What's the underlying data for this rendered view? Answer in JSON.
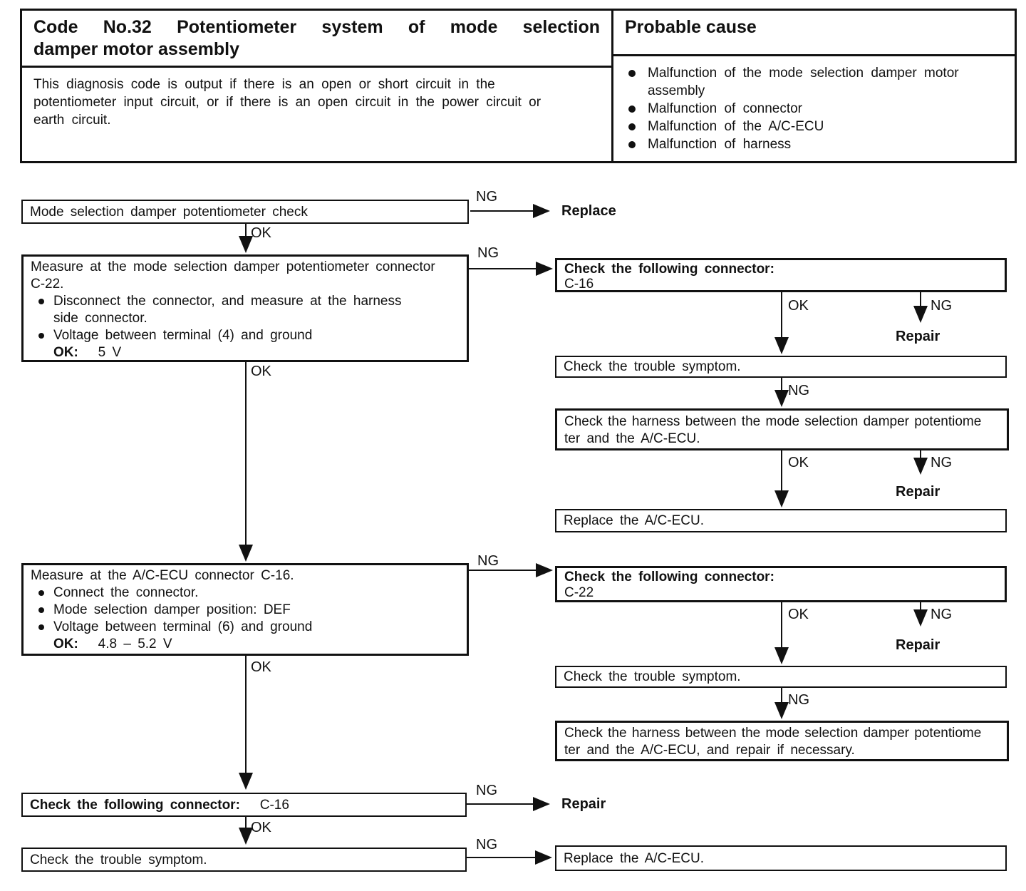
{
  "colors": {
    "ink": "#111111",
    "paper": "#ffffff"
  },
  "table": {
    "title_line1": "Code No.32 Potentiometer system of mode selection",
    "title_line2": "damper motor assembly",
    "probable_cause_title": "Probable cause",
    "description_lines": [
      "This diagnosis code is output if there is an open or short circuit in the",
      "potentiometer input circuit, or if there is an open circuit in the power circuit or",
      "earth circuit."
    ],
    "probable_causes": [
      {
        "text": "Malfunction of the mode selection damper motor"
      },
      {
        "text": "assembly"
      },
      {
        "text": "Malfunction of connector"
      },
      {
        "text": "Malfunction of the A/C-ECU"
      },
      {
        "text": "Malfunction of harness"
      }
    ]
  },
  "labels": {
    "ok": "OK",
    "ng": "NG",
    "repair": "Repair",
    "replace": "Replace"
  },
  "flow": {
    "step1": "Mode selection damper potentiometer check",
    "step2": {
      "line1": "Measure at the mode selection damper potentiometer connector",
      "line2": "C-22.",
      "bullet1_line1": "Disconnect the connector, and measure at the harness",
      "bullet1_line2": "side connector.",
      "bullet2": "Voltage between terminal (4) and ground",
      "ok_key": "OK:",
      "ok_value": "5 V"
    },
    "step3": {
      "line1": "Measure at the A/C-ECU connector C-16.",
      "bullet1": "Connect the connector.",
      "bullet2": "Mode selection damper position: DEF",
      "bullet3": "Voltage between terminal (6) and ground",
      "ok_key": "OK:",
      "ok_value": "4.8 – 5.2 V"
    },
    "step4_bold": "Check the following connector:",
    "step4_rest": "C-16",
    "step5": "Check the trouble symptom.",
    "right1_bold": "Check the following connector:",
    "right1_line2": "C-16",
    "right2": "Check the trouble symptom.",
    "right3_line1": "Check the harness between the mode selection damper potentiome",
    "right3_line2": "ter and the A/C-ECU.",
    "right4": "Replace the A/C-ECU.",
    "right5_bold": "Check the following connector:",
    "right5_line2": "C-22",
    "right6": "Check the trouble symptom.",
    "right7_line1": "Check the harness between the mode selection damper potentiome",
    "right7_line2": "ter and the A/C-ECU, and repair if necessary.",
    "right8": "Replace the A/C-ECU."
  }
}
